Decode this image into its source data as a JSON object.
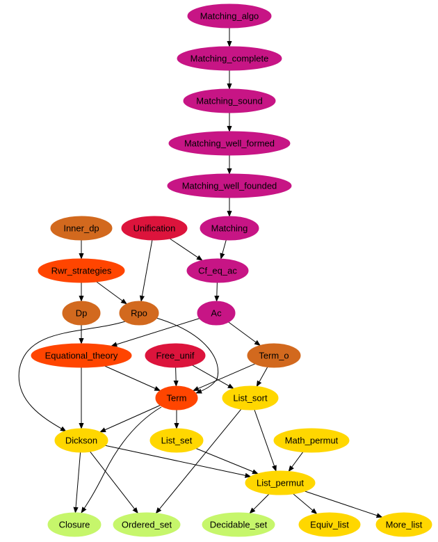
{
  "graph": {
    "nodes": [
      {
        "id": "matching_algo",
        "label": "Matching_algo",
        "color": "#c71585"
      },
      {
        "id": "matching_complete",
        "label": "Matching_complete",
        "color": "#c71585"
      },
      {
        "id": "matching_sound",
        "label": "Matching_sound",
        "color": "#c71585"
      },
      {
        "id": "matching_well_formed",
        "label": "Matching_well_formed",
        "color": "#c71585"
      },
      {
        "id": "matching_well_founded",
        "label": "Matching_well_founded",
        "color": "#c71585"
      },
      {
        "id": "inner_dp",
        "label": "Inner_dp",
        "color": "#d2691e"
      },
      {
        "id": "unification",
        "label": "Unification",
        "color": "#dc143c"
      },
      {
        "id": "matching",
        "label": "Matching",
        "color": "#c71585"
      },
      {
        "id": "rwr_strategies",
        "label": "Rwr_strategies",
        "color": "#ff4500"
      },
      {
        "id": "cf_eq_ac",
        "label": "Cf_eq_ac",
        "color": "#c71585"
      },
      {
        "id": "dp",
        "label": "Dp",
        "color": "#d2691e"
      },
      {
        "id": "rpo",
        "label": "Rpo",
        "color": "#d2691e"
      },
      {
        "id": "ac",
        "label": "Ac",
        "color": "#c71585"
      },
      {
        "id": "equational_theory",
        "label": "Equational_theory",
        "color": "#ff4500"
      },
      {
        "id": "free_unif",
        "label": "Free_unif",
        "color": "#dc143c"
      },
      {
        "id": "term_o",
        "label": "Term_o",
        "color": "#d2691e"
      },
      {
        "id": "term",
        "label": "Term",
        "color": "#ff4500"
      },
      {
        "id": "list_sort",
        "label": "List_sort",
        "color": "#ffd700"
      },
      {
        "id": "dickson",
        "label": "Dickson",
        "color": "#ffd700"
      },
      {
        "id": "list_set",
        "label": "List_set",
        "color": "#ffd700"
      },
      {
        "id": "math_permut",
        "label": "Math_permut",
        "color": "#ffd700"
      },
      {
        "id": "list_permut",
        "label": "List_permut",
        "color": "#ffd700"
      },
      {
        "id": "closure",
        "label": "Closure",
        "color": "#c6f66b"
      },
      {
        "id": "ordered_set",
        "label": "Ordered_set",
        "color": "#c6f66b"
      },
      {
        "id": "decidable_set",
        "label": "Decidable_set",
        "color": "#c6f66b"
      },
      {
        "id": "equiv_list",
        "label": "Equiv_list",
        "color": "#ffd700"
      },
      {
        "id": "more_list",
        "label": "More_list",
        "color": "#ffd700"
      }
    ],
    "edges": [
      {
        "from": "matching_algo",
        "to": "matching_complete"
      },
      {
        "from": "matching_complete",
        "to": "matching_sound"
      },
      {
        "from": "matching_sound",
        "to": "matching_well_formed"
      },
      {
        "from": "matching_well_formed",
        "to": "matching_well_founded"
      },
      {
        "from": "matching_well_founded",
        "to": "matching"
      },
      {
        "from": "inner_dp",
        "to": "rwr_strategies"
      },
      {
        "from": "unification",
        "to": "cf_eq_ac"
      },
      {
        "from": "unification",
        "to": "rpo"
      },
      {
        "from": "matching",
        "to": "cf_eq_ac"
      },
      {
        "from": "rwr_strategies",
        "to": "dp"
      },
      {
        "from": "rwr_strategies",
        "to": "rpo"
      },
      {
        "from": "cf_eq_ac",
        "to": "ac"
      },
      {
        "from": "dp",
        "to": "equational_theory"
      },
      {
        "from": "rpo",
        "to": "dickson"
      },
      {
        "from": "rpo",
        "to": "term"
      },
      {
        "from": "ac",
        "to": "equational_theory"
      },
      {
        "from": "ac",
        "to": "term_o"
      },
      {
        "from": "equational_theory",
        "to": "term"
      },
      {
        "from": "equational_theory",
        "to": "dickson"
      },
      {
        "from": "free_unif",
        "to": "term"
      },
      {
        "from": "free_unif",
        "to": "list_sort"
      },
      {
        "from": "term_o",
        "to": "term"
      },
      {
        "from": "term_o",
        "to": "list_sort"
      },
      {
        "from": "term",
        "to": "dickson"
      },
      {
        "from": "term",
        "to": "list_set"
      },
      {
        "from": "term",
        "to": "closure"
      },
      {
        "from": "list_sort",
        "to": "list_permut"
      },
      {
        "from": "list_sort",
        "to": "ordered_set"
      },
      {
        "from": "dickson",
        "to": "closure"
      },
      {
        "from": "dickson",
        "to": "ordered_set"
      },
      {
        "from": "dickson",
        "to": "list_permut"
      },
      {
        "from": "list_set",
        "to": "list_permut"
      },
      {
        "from": "math_permut",
        "to": "list_permut"
      },
      {
        "from": "list_permut",
        "to": "decidable_set"
      },
      {
        "from": "list_permut",
        "to": "equiv_list"
      },
      {
        "from": "list_permut",
        "to": "more_list"
      }
    ]
  }
}
